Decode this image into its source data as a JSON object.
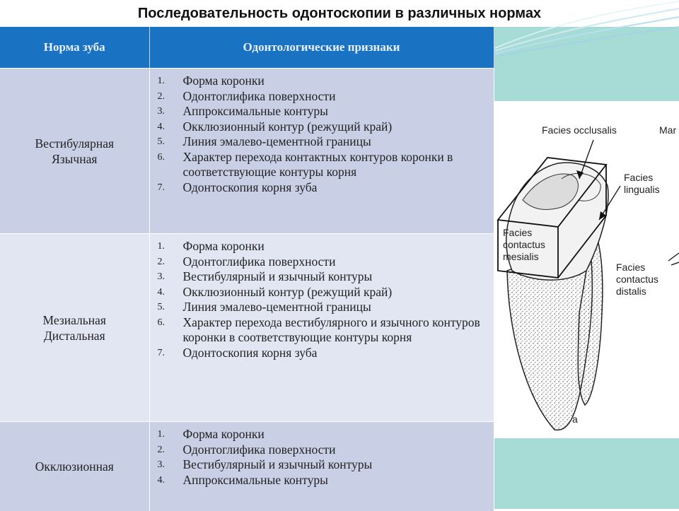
{
  "title": "Последовательность одонтоскопии в различных нормах",
  "table": {
    "headers": [
      "Норма зуба",
      "Одонтологические признаки"
    ],
    "rows": [
      {
        "norm": [
          "Вестибулярная",
          "Язычная"
        ],
        "signs": [
          "Форма коронки",
          "Одонтоглифика поверхности",
          "Аппроксимальные контуры",
          "Окклюзионный контур (режущий край)",
          "Линия эмалево-цементной границы",
          "Характер перехода контактных контуров коронки в соответствующие контуры корня",
          "Одонтоскопия корня зуба"
        ]
      },
      {
        "norm": [
          "Мезиальная",
          "Дистальная"
        ],
        "signs": [
          "Форма коронки",
          "Одонтоглифика поверхности",
          "Вестибулярный и язычный контуры",
          "Окклюзионный контур (режущий край)",
          "Линия эмалево-цементной границы",
          "Характер перехода вестибулярного и язычного контуров коронки в соответствующие контуры корня",
          "Одонтоскопия корня зуба"
        ]
      },
      {
        "norm": [
          "Окклюзионная"
        ],
        "signs": [
          "Форма коронки",
          "Одонтоглифика поверхности",
          "Вестибулярный и язычный контуры",
          "Аппроксимальные контуры"
        ]
      }
    ]
  },
  "figure": {
    "labels": {
      "occlusalis": "Facies occlusalis",
      "mar": "Mar",
      "lingualis_1": "Facies",
      "lingualis_2": "lingualis",
      "mesialis_1": "Facies",
      "mesialis_2": "contactus",
      "mesialis_3": "mesialis",
      "distalis_1": "Facies",
      "distalis_2": "contactus",
      "distalis_3": "distalis",
      "panel": "a"
    }
  },
  "colors": {
    "header_bg": "#1a72c2",
    "row_dark": "#c9d0e6",
    "row_light": "#e2e6f2",
    "teal_bg": "#a7dcd6"
  }
}
